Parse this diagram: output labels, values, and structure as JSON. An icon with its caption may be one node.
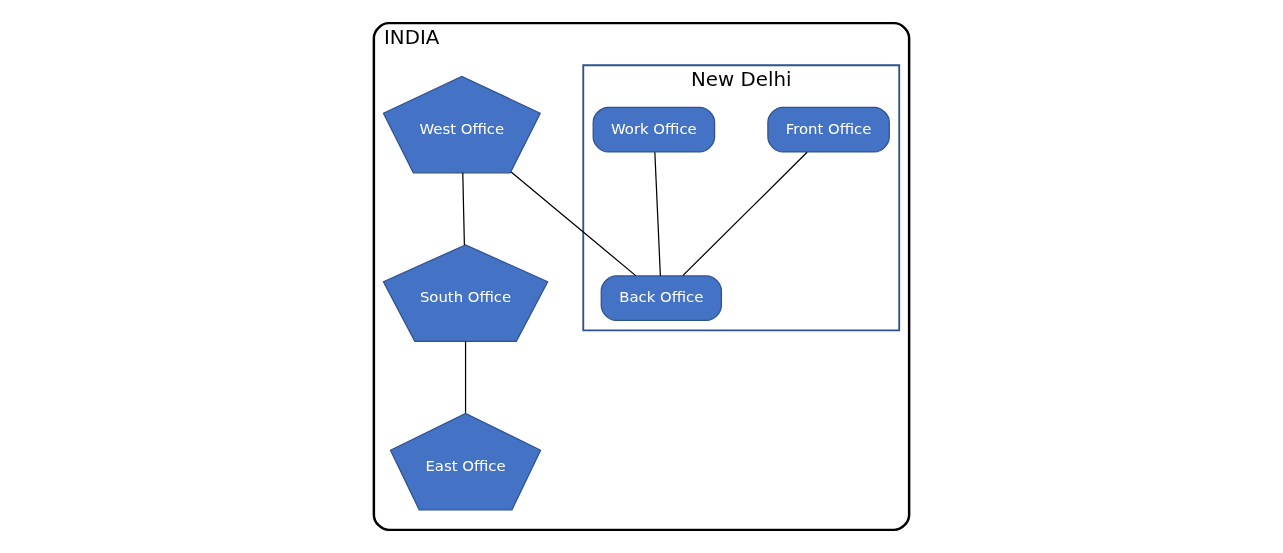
{
  "diagram": {
    "nodes": [
      {
        "text": [
          "INDIA"
        ]
      },
      {
        "text": [
          "New Delhi"
        ],
        "in": 0
      },
      {
        "text": [
          "Front Office"
        ],
        "in": 1
      },
      {
        "text": [
          "Back Office"
        ],
        "in": 1
      },
      {
        "text": [
          "Work Office"
        ],
        "in": 1
      },
      {
        "text": [
          "West Office"
        ],
        "in": 0
      },
      {
        "text": [
          "South Office"
        ],
        "in": 0
      },
      {
        "text": [
          "East Office"
        ],
        "in": 0
      }
    ],
    "edges": [
      {
        "from": 2,
        "to": 3,
        "arrow": "none"
      },
      {
        "from": 4,
        "to": 3,
        "arrow": "none"
      },
      {
        "from": 5,
        "to": 3,
        "arrow": "none"
      },
      {
        "from": 5,
        "to": 6,
        "arrow": "none"
      },
      {
        "from": 6,
        "to": 7,
        "arrow": "none"
      }
    ]
  }
}
